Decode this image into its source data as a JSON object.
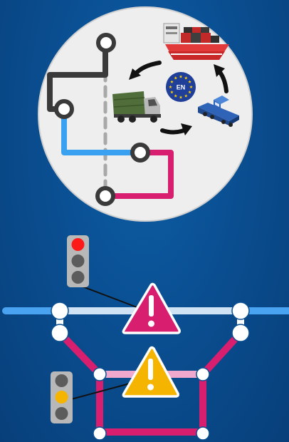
{
  "badge": {
    "label": "EN",
    "stars": 12
  },
  "colors": {
    "background": "#0a4f92",
    "circle": "#eeeeee",
    "line_black": "#3a3a3a",
    "line_blue": "#3aa0f0",
    "line_magenta": "#d81e6e",
    "line_gray_dashed": "#a6a6a6",
    "track_main": "#4aa3f0",
    "track_light": "#cfe3f5",
    "track_pink_light": "#f0a8cc",
    "warning_red": "#d81e6e",
    "warning_yellow": "#f5b400",
    "signal_red": "#ff1a1a",
    "signal_yellow": "#f5b400",
    "eu_blue": "#1f3f99",
    "eu_star": "#ffd200"
  },
  "icons": {
    "ship": "cargo-ship-icon",
    "truck": "truck-icon",
    "locomotive": "locomotive-icon",
    "cycle_arrows": "cycle-arrow-icon",
    "warning": "warning-triangle-icon",
    "signal": "traffic-signal-icon"
  },
  "signals": {
    "top": "red",
    "bottom": "yellow"
  }
}
